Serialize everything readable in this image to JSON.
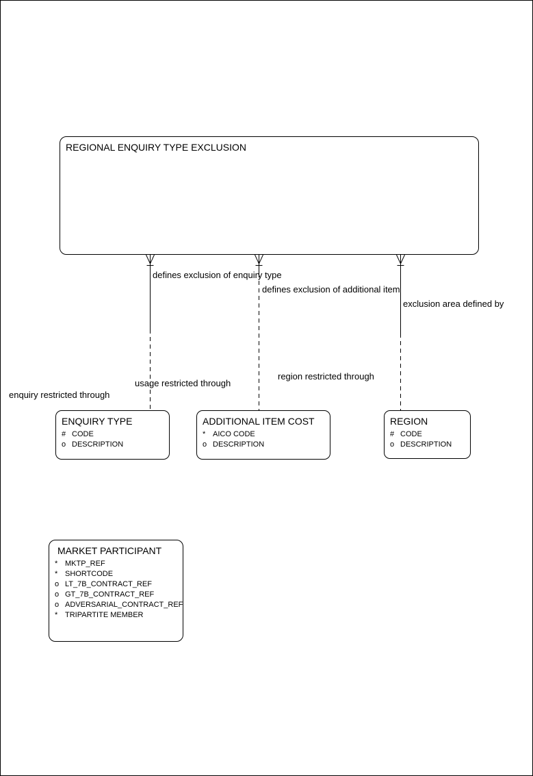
{
  "diagram": {
    "type": "entity-relationship-diagram",
    "colors": {
      "background": "#ffffff",
      "line": "#000000",
      "text": "#000000"
    },
    "entities": [
      {
        "title": "REGIONAL ENQUIRY TYPE EXCLUSION",
        "attributes": []
      },
      {
        "title": "ENQUIRY TYPE",
        "attributes": [
          {
            "marker": "#",
            "name": "CODE"
          },
          {
            "marker": "o",
            "name": "DESCRIPTION"
          }
        ]
      },
      {
        "title": "ADDITIONAL ITEM COST",
        "attributes": [
          {
            "marker": "*",
            "name": "AICO CODE"
          },
          {
            "marker": "o",
            "name": "DESCRIPTION"
          }
        ]
      },
      {
        "title": "REGION",
        "attributes": [
          {
            "marker": "#",
            "name": "CODE"
          },
          {
            "marker": "o",
            "name": "DESCRIPTION"
          }
        ]
      },
      {
        "title": "MARKET PARTICIPANT",
        "attributes": [
          {
            "marker": "*",
            "name": "MKTP_REF"
          },
          {
            "marker": "*",
            "name": "SHORTCODE"
          },
          {
            "marker": "o",
            "name": "LT_7B_CONTRACT_REF"
          },
          {
            "marker": "o",
            "name": "GT_7B_CONTRACT_REF"
          },
          {
            "marker": "o",
            "name": "ADVERSARIAL_CONTRACT_REF"
          },
          {
            "marker": "*",
            "name": "TRIPARTITE MEMBER"
          }
        ]
      }
    ],
    "relationships": [
      {
        "parent": "REGIONAL ENQUIRY TYPE EXCLUSION",
        "child": "ENQUIRY TYPE",
        "parent_end_label": "defines exclusion of enquiry type",
        "child_end_label": "enquiry restricted through",
        "parent_end": "crow-foot",
        "line_style": "solid-then-dashed"
      },
      {
        "parent": "REGIONAL ENQUIRY TYPE EXCLUSION",
        "child": "ADDITIONAL ITEM COST",
        "parent_end_label": "defines exclusion of additional item",
        "child_end_label": "usage restricted through",
        "parent_end": "crow-foot",
        "line_style": "solid-then-dashed"
      },
      {
        "parent": "REGIONAL ENQUIRY TYPE EXCLUSION",
        "child": "REGION",
        "parent_end_label": "exclusion area defined by",
        "child_end_label": "region restricted through",
        "parent_end": "crow-foot",
        "line_style": "solid-then-dashed"
      }
    ]
  }
}
